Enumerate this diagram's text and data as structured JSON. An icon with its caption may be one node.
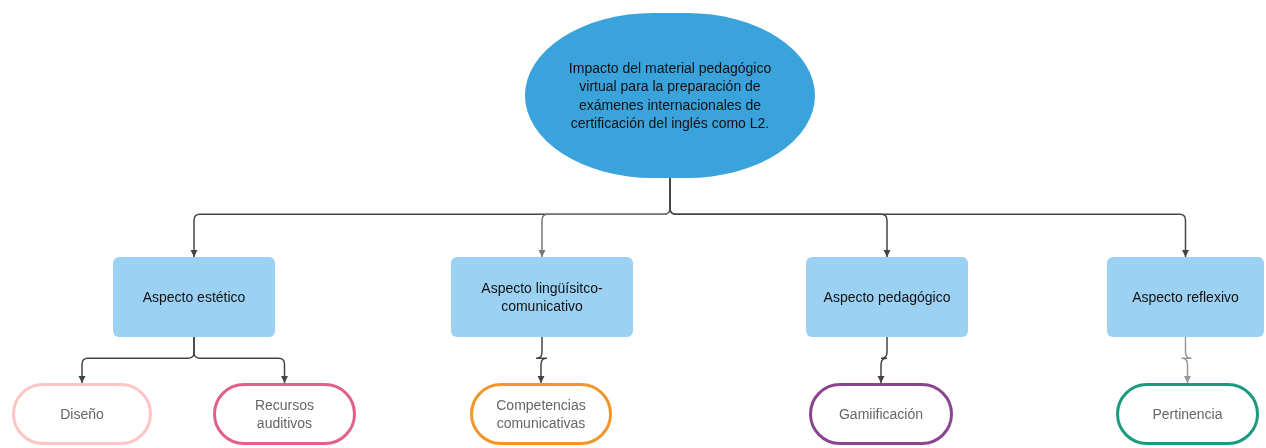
{
  "diagram": {
    "nodes": [
      {
        "text": [
          "Impacto del material pedagógico virtual para la preparación de exámenes internacionales de certificación del inglés como L2."
        ]
      },
      {
        "text": [
          "Aspecto estético"
        ]
      },
      {
        "text": [
          "Aspecto lingüísitco-comunicativo"
        ]
      },
      {
        "text": [
          "Aspecto pedagógico"
        ]
      },
      {
        "text": [
          "Aspecto reflexivo"
        ]
      },
      {
        "text": [
          "Diseño"
        ]
      },
      {
        "text": [
          "Recursos auditivos"
        ]
      },
      {
        "text": [
          "Competencias comunicativas"
        ]
      },
      {
        "text": [
          "Gamiificación"
        ]
      },
      {
        "text": [
          "Pertinencia"
        ]
      }
    ],
    "edges": [
      {
        "from": 0,
        "to": 1,
        "arrow": "to"
      },
      {
        "from": 0,
        "to": 2,
        "arrow": "to",
        "color": "#777777"
      },
      {
        "from": 0,
        "to": 3,
        "arrow": "to"
      },
      {
        "from": 0,
        "to": 4,
        "arrow": "to"
      },
      {
        "from": 1,
        "to": 5,
        "arrow": "to"
      },
      {
        "from": 1,
        "to": 6,
        "arrow": "to"
      },
      {
        "from": 2,
        "to": 7,
        "arrow": "to"
      },
      {
        "from": 3,
        "to": 8,
        "arrow": "to"
      },
      {
        "from": 4,
        "to": 9,
        "arrow": "to",
        "color": "#999999"
      }
    ]
  }
}
